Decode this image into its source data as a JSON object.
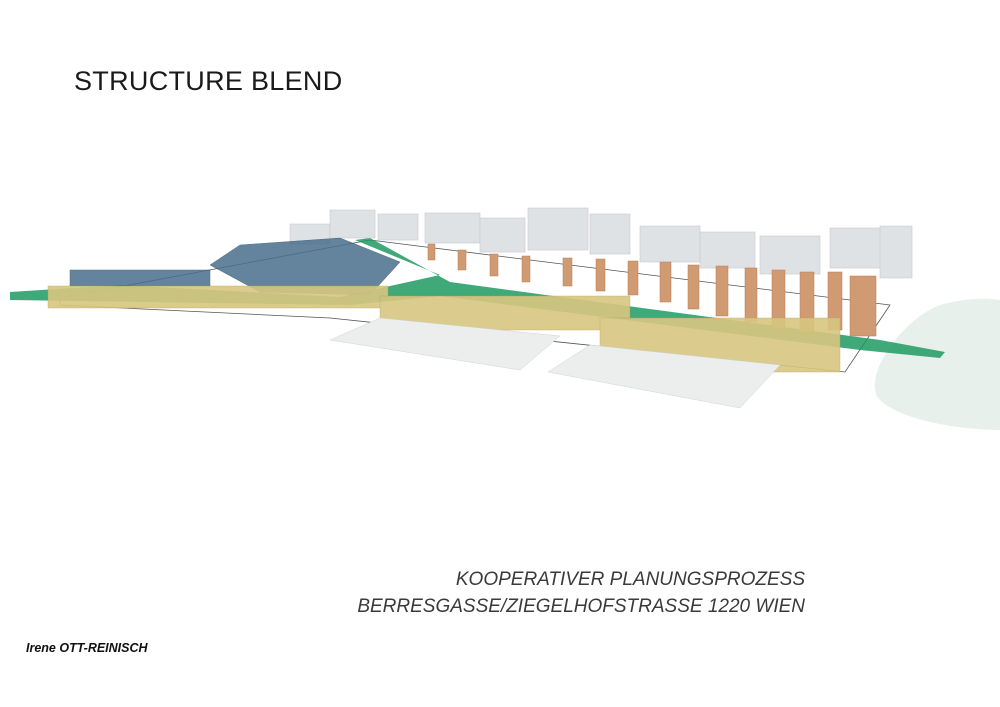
{
  "title": "STRUCTURE BLEND",
  "subtitle_line1": "KOOPERATIVER PLANUNGSPROZESS",
  "subtitle_line2": "BERRESGASSE/ZIEGELHOFSTRASSE 1220 WIEN",
  "author": "Irene OTT-REINISCH",
  "colors": {
    "green_corridor": "#1f9a62",
    "blue_blocks": "#4a6f8e",
    "yellow_blocks": "#d8c680",
    "orange_towers": "#d09a72",
    "grey_existing": "#d8dbde",
    "white_blocks": "#eceeee"
  }
}
